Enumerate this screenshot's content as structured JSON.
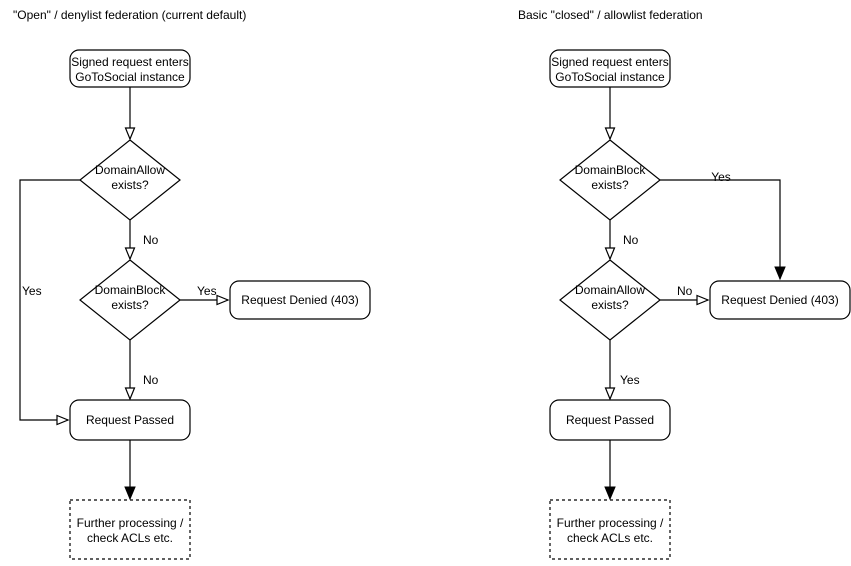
{
  "colors": {
    "background": "#ffffff",
    "node_fill": "#ffffff",
    "stroke": "#000000",
    "text": "#000000"
  },
  "diagrams": {
    "left": {
      "title": "\"Open\" / denylist federation (current default)",
      "start": [
        "Signed request enters",
        "GoToSocial instance"
      ],
      "decision1": [
        "DomainAllow",
        "exists?"
      ],
      "decision2": [
        "DomainBlock",
        "exists?"
      ],
      "denied": "Request Denied (403)",
      "passed": "Request Passed",
      "further": [
        "Further processing /",
        "check ACLs etc."
      ],
      "labels": {
        "decision1_no": "No",
        "decision1_yes": "Yes",
        "decision2_yes": "Yes",
        "decision2_no": "No"
      }
    },
    "right": {
      "title": "Basic \"closed\" / allowlist federation",
      "start": [
        "Signed request enters",
        "GoToSocial instance"
      ],
      "decision1": [
        "DomainBlock",
        "exists?"
      ],
      "decision2": [
        "DomainAllow",
        "exists?"
      ],
      "denied": "Request Denied (403)",
      "passed": "Request Passed",
      "further": [
        "Further processing /",
        "check ACLs etc."
      ],
      "labels": {
        "decision1_yes": "Yes",
        "decision1_no": "No",
        "decision2_no": "No",
        "decision2_yes": "Yes"
      }
    }
  }
}
